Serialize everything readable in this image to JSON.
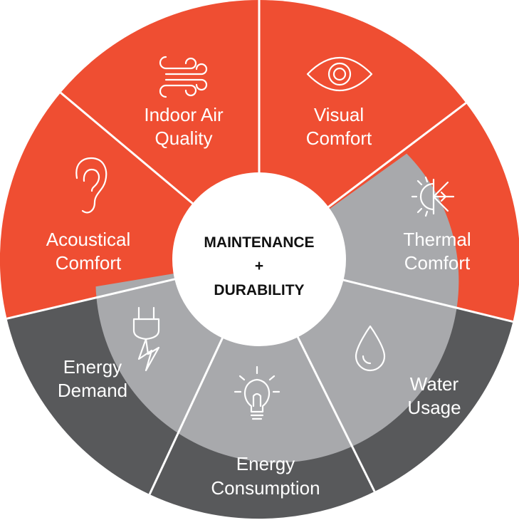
{
  "colors": {
    "comfort": "#ef4e32",
    "inner_ring": "#a8a9ac",
    "outer_gray": "#58595b",
    "center": "#ffffff",
    "divider": "#ffffff",
    "center_text": "#111111"
  },
  "center": {
    "line1": "MAINTENANCE",
    "line2": "+",
    "line3": "DURABILITY"
  },
  "segments": [
    {
      "line1": "Indoor Air",
      "line2": "Quality",
      "icon": "air-flow-icon"
    },
    {
      "line1": "Visual",
      "line2": "Comfort",
      "icon": "eye-icon"
    },
    {
      "line1": "Thermal",
      "line2": "Comfort",
      "icon": "sun-snowflake-icon"
    },
    {
      "line1": "Water",
      "line2": "Usage",
      "icon": "water-drop-icon"
    },
    {
      "line1": "Energy",
      "line2": "Consumption",
      "icon": "light-bulb-icon"
    },
    {
      "line1": "Energy",
      "line2": "Demand",
      "icon": "electric-plug-icon"
    },
    {
      "line1": "Acoustical",
      "line2": "Comfort",
      "icon": "ear-icon"
    }
  ]
}
